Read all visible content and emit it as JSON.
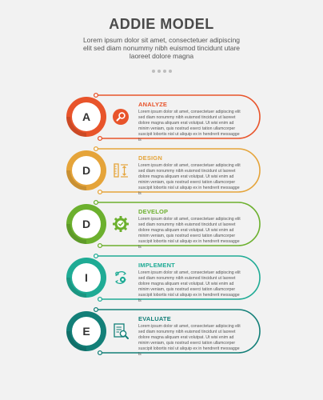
{
  "header": {
    "title": "ADDIE MODEL",
    "subtitle": "Lorem ipsum dolor sit amet, consectetuer adipiscing elit sed diam nonummy nibh euismod tincidunt utare laoreet dolore magna"
  },
  "steps": [
    {
      "letter": "A",
      "title": "ANALYZE",
      "icon": "magnifier-icon",
      "color": "#e8542b",
      "text": "Lorem ipsum dolor sit amet, consectetuer adipiscing elit sed diam nonummy nibh euismod tincidunt ut laoreet dolore magna aliquam erat volutpat. Ut wisi enim ad minim veniam, quis nostrud exerci tation ullamcorper suscipit lobortis nisl ut aliquip ex in hendrerit messagge is"
    },
    {
      "letter": "D",
      "title": "DESIGN",
      "icon": "ruler-icon",
      "color": "#e5a43a",
      "text": "Lorem ipsum dolor sit amet, consectetuer adipiscing elit sed diam nonummy nibh euismod tincidunt ut laoreet dolore magna aliquam erat volutpat. Ut wisi enim ad minim veniam, quis nostrud exerci tation ullamcorper suscipit lobortis nisl ut aliquip ex in hendrerit messagge is"
    },
    {
      "letter": "D",
      "title": "DEVELOP",
      "icon": "gear-check-icon",
      "color": "#6cb02e",
      "text": "Lorem ipsum dolor sit amet, consectetuer adipiscing elit sed diam nonummy nibh euismod tincidunt ut laoreet dolore magna aliquam erat volutpat. Ut wisi enim ad minim veniam, quis nostrud exerci tation ullamcorper suscipit lobortis nisl ut aliquip ex in hendrerit messagge is"
    },
    {
      "letter": "I",
      "title": "IMPLEMENT",
      "icon": "implement-cycle-icon",
      "color": "#1fab95",
      "text": "Lorem ipsum dolor sit amet, consectetuer adipiscing elit sed diam nonummy nibh euismod tincidunt ut laoreet dolore magna aliquam erat volutpat. Ut wisi enim ad minim veniam, quis nostrud exerci tation ullamcorper suscipit lobortis nisl ut aliquip ex in hendrerit messagge is"
    },
    {
      "letter": "E",
      "title": "EVALUATE",
      "icon": "document-search-icon",
      "color": "#137f78",
      "text": "Lorem ipsum dolor sit amet, consectetuer adipiscing elit sed diam nonummy nibh euismod tincidunt ut laoreet dolore magna aliquam erat volutpat. Ut wisi enim ad minim veniam, quis nostrud exerci tation ullamcorper suscipit lobortis nisl ut aliquip ex in hendrerit messagge is"
    }
  ]
}
